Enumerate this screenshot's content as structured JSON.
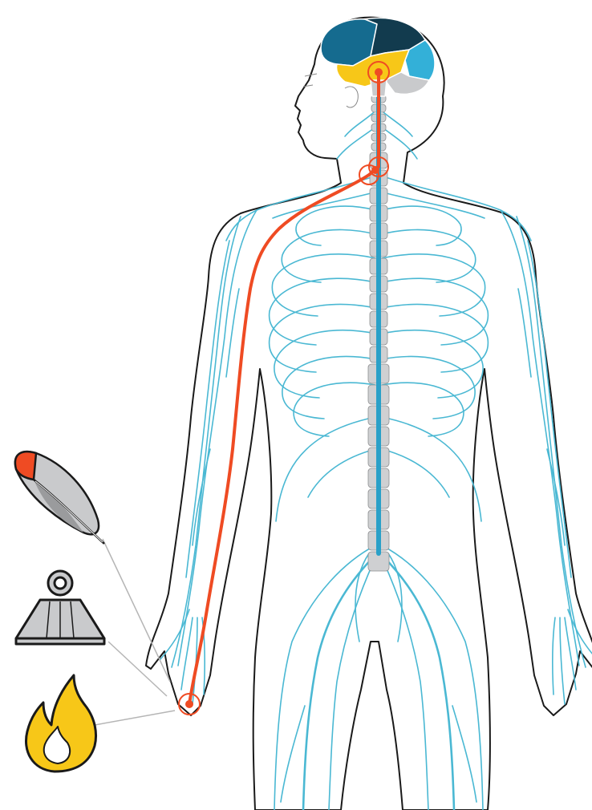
{
  "diagram": {
    "subject": "human-nervous-system",
    "stimuli": [
      {
        "name": "feather",
        "icon": "feather-icon"
      },
      {
        "name": "weight",
        "icon": "weight-icon"
      },
      {
        "name": "fire",
        "icon": "flame-icon"
      }
    ],
    "colors": {
      "nerve": "#4ab8d3",
      "spinal_cord": "#2aa0c8",
      "signal_path": "#ef4b23",
      "vertebra": "#cfd0d2",
      "outline": "#1a1a1a",
      "brain_dark": "#123b4e",
      "brain_mid": "#156b8f",
      "brain_light": "#33b0d8",
      "brain_yellow": "#f7c718",
      "brain_grey": "#c9cacc",
      "flame_yellow": "#f7c718",
      "feather_tip": "#ef4b23",
      "weight_grey": "#c9cacc"
    }
  }
}
